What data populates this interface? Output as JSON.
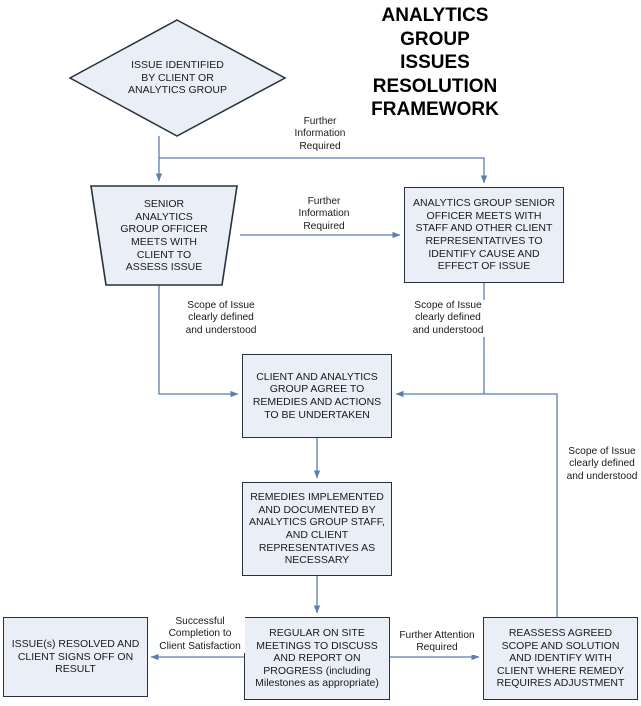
{
  "title": {
    "text": "ANALYTICS\nGROUP\nISSUES\nRESOLUTION\nFRAMEWORK"
  },
  "colors": {
    "node_fill": "#e9eef7",
    "node_stroke": "#28313f",
    "connector": "#5a7fae",
    "text": "#1a1a1a",
    "background": "#ffffff"
  },
  "nodes": [
    {
      "id": "issue-identified",
      "shape": "diamond",
      "text": "ISSUE IDENTIFIED\nBY CLIENT OR\nANALYTICS GROUP"
    },
    {
      "id": "senior-officer-meets-client",
      "shape": "trapezoid",
      "text": "SENIOR\nANALYTICS\nGROUP OFFICER\nMEETS WITH\nCLIENT TO\nASSESS ISSUE"
    },
    {
      "id": "officer-meets-staff",
      "shape": "rectangle",
      "text": "ANALYTICS GROUP SENIOR\nOFFICER MEETS WITH\nSTAFF AND OTHER CLIENT\nREPRESENTATIVES TO\nIDENTIFY CAUSE AND\nEFFECT OF ISSUE"
    },
    {
      "id": "agree-remedies",
      "shape": "rectangle",
      "text": "CLIENT AND ANALYTICS\nGROUP AGREE TO\nREMEDIES AND ACTIONS\nTO BE UNDERTAKEN"
    },
    {
      "id": "remedies-implemented",
      "shape": "rectangle",
      "text": "REMEDIES IMPLEMENTED\nAND DOCUMENTED BY\nANALYTICS GROUP STAFF,\nAND CLIENT\nREPRESENTATIVES AS\nNECESSARY"
    },
    {
      "id": "issues-resolved",
      "shape": "rectangle",
      "text": "ISSUE(s) RESOLVED AND\nCLIENT SIGNS OFF ON\nRESULT"
    },
    {
      "id": "regular-on-site-meetings",
      "shape": "rectangle",
      "text": "REGULAR ON SITE\nMEETINGS TO DISCUSS\nAND REPORT ON\nPROGRESS (including\nMilestones as appropriate)"
    },
    {
      "id": "reassess-scope",
      "shape": "rectangle",
      "text": "REASSESS AGREED\nSCOPE AND SOLUTION\nAND IDENTIFY WITH\nCLIENT WHERE REMEDY\nREQUIRES ADJUSTMENT"
    }
  ],
  "edge_labels": [
    {
      "id": "further-info-top",
      "text": "Further\nInformation\nRequired"
    },
    {
      "id": "further-info-middle",
      "text": "Further\nInformation\nRequired"
    },
    {
      "id": "scope-left",
      "text": "Scope of Issue\nclearly defined\nand understood"
    },
    {
      "id": "scope-right",
      "text": "Scope of Issue\nclearly defined\nand understood"
    },
    {
      "id": "scope-far-right",
      "text": "Scope of Issue\nclearly defined\nand understood"
    },
    {
      "id": "successful-completion",
      "text": "Successful\nCompletion to\nClient Satisfaction"
    },
    {
      "id": "further-attention",
      "text": "Further Attention\nRequired"
    }
  ]
}
